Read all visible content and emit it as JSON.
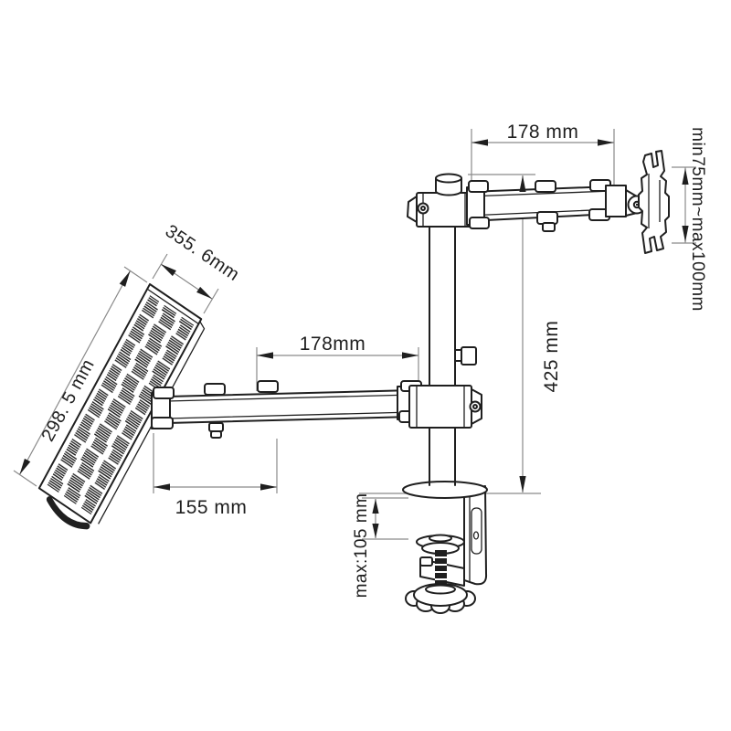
{
  "diagram": {
    "colors": {
      "line": "#1f1f1f",
      "dim": "#8a8a8a",
      "text": "#1f1f1f",
      "background": "#ffffff"
    },
    "dims": {
      "upper_arm_length": "178 mm",
      "vesa_range": "min75mm~max100mm",
      "pole_height": "425 mm",
      "lower_arm_length": "178mm",
      "tray_width": "355. 6mm",
      "tray_depth": "298. 5 mm",
      "forearm_length": "155 mm",
      "clamp_opening": "max:105 mm"
    }
  }
}
